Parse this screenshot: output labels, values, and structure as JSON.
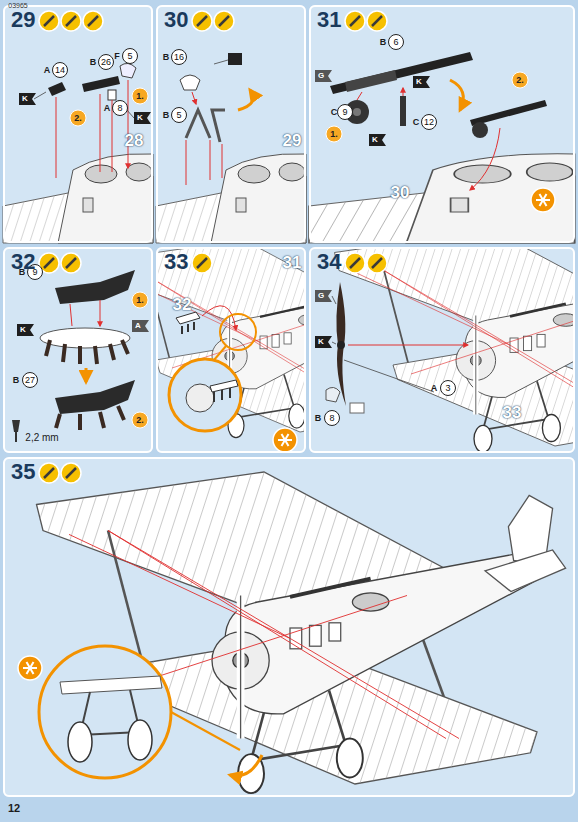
{
  "diagram": {
    "nodes": [
      {
        "text": [
          "29"
        ]
      },
      {
        "text": [
          "30"
        ]
      },
      {
        "text": [
          "31"
        ]
      },
      {
        "text": [
          "32"
        ]
      },
      {
        "text": [
          "33"
        ]
      },
      {
        "text": [
          "34"
        ]
      },
      {
        "text": [
          "35"
        ]
      }
    ],
    "labels": [
      "03965",
      "A",
      "14",
      "B",
      "26",
      "A",
      "8",
      "F",
      "5",
      "K",
      "K",
      "1.",
      "2.",
      "28",
      "B",
      "16",
      "B",
      "5",
      "29",
      "B",
      "6",
      "G",
      "K",
      "C",
      "9",
      "C",
      "12",
      "K",
      "1.",
      "2.",
      "30",
      "B",
      "9",
      "1.",
      "K",
      "B",
      "27",
      "A",
      "2.",
      "2,2 mm",
      "31",
      "32",
      "G",
      "K",
      "B",
      "8",
      "A",
      "3",
      "33",
      "12"
    ]
  }
}
